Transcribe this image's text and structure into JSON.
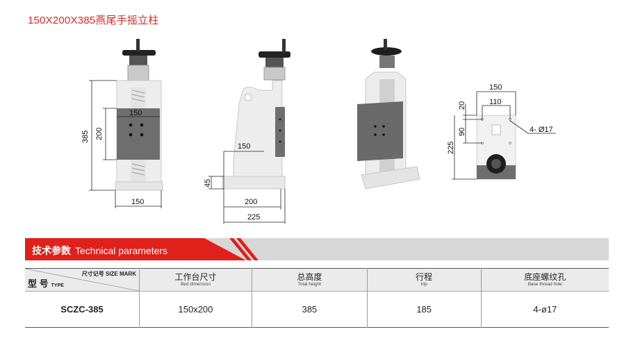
{
  "title": "150X200X385燕尾手摇立柱",
  "drawing1": {
    "dim_385": "385",
    "dim_200": "200",
    "dim_150_top": "150",
    "dim_150_bottom": "150"
  },
  "drawing2": {
    "dim_150": "150",
    "dim_45": "45",
    "dim_200": "200",
    "dim_225": "225"
  },
  "drawing4": {
    "dim_150": "150",
    "dim_110": "110",
    "dim_20": "20",
    "dim_90": "90",
    "dim_225": "225",
    "hole_label": "4- Ø17"
  },
  "section": {
    "title_cn": "技术参数",
    "title_en": "Technical parameters"
  },
  "table": {
    "corner_top": "尺寸记号 SIZE MARK",
    "corner_bottom_cn": "型 号",
    "corner_bottom_en": "TYPE",
    "columns": [
      {
        "cn": "工作台尺寸",
        "en": "Bed dimension"
      },
      {
        "cn": "总高度",
        "en": "Total height"
      },
      {
        "cn": "行程",
        "en": "trip"
      },
      {
        "cn": "底座螺纹孔",
        "en": "Base thread hole"
      }
    ],
    "rows": [
      {
        "model": "SCZC-385",
        "values": [
          "150x200",
          "385",
          "185",
          "4-ø17"
        ]
      }
    ]
  },
  "colors": {
    "accent_red": "#e0201b",
    "title_red": "#d42a24",
    "plate_gray": "#6e6e6e"
  }
}
